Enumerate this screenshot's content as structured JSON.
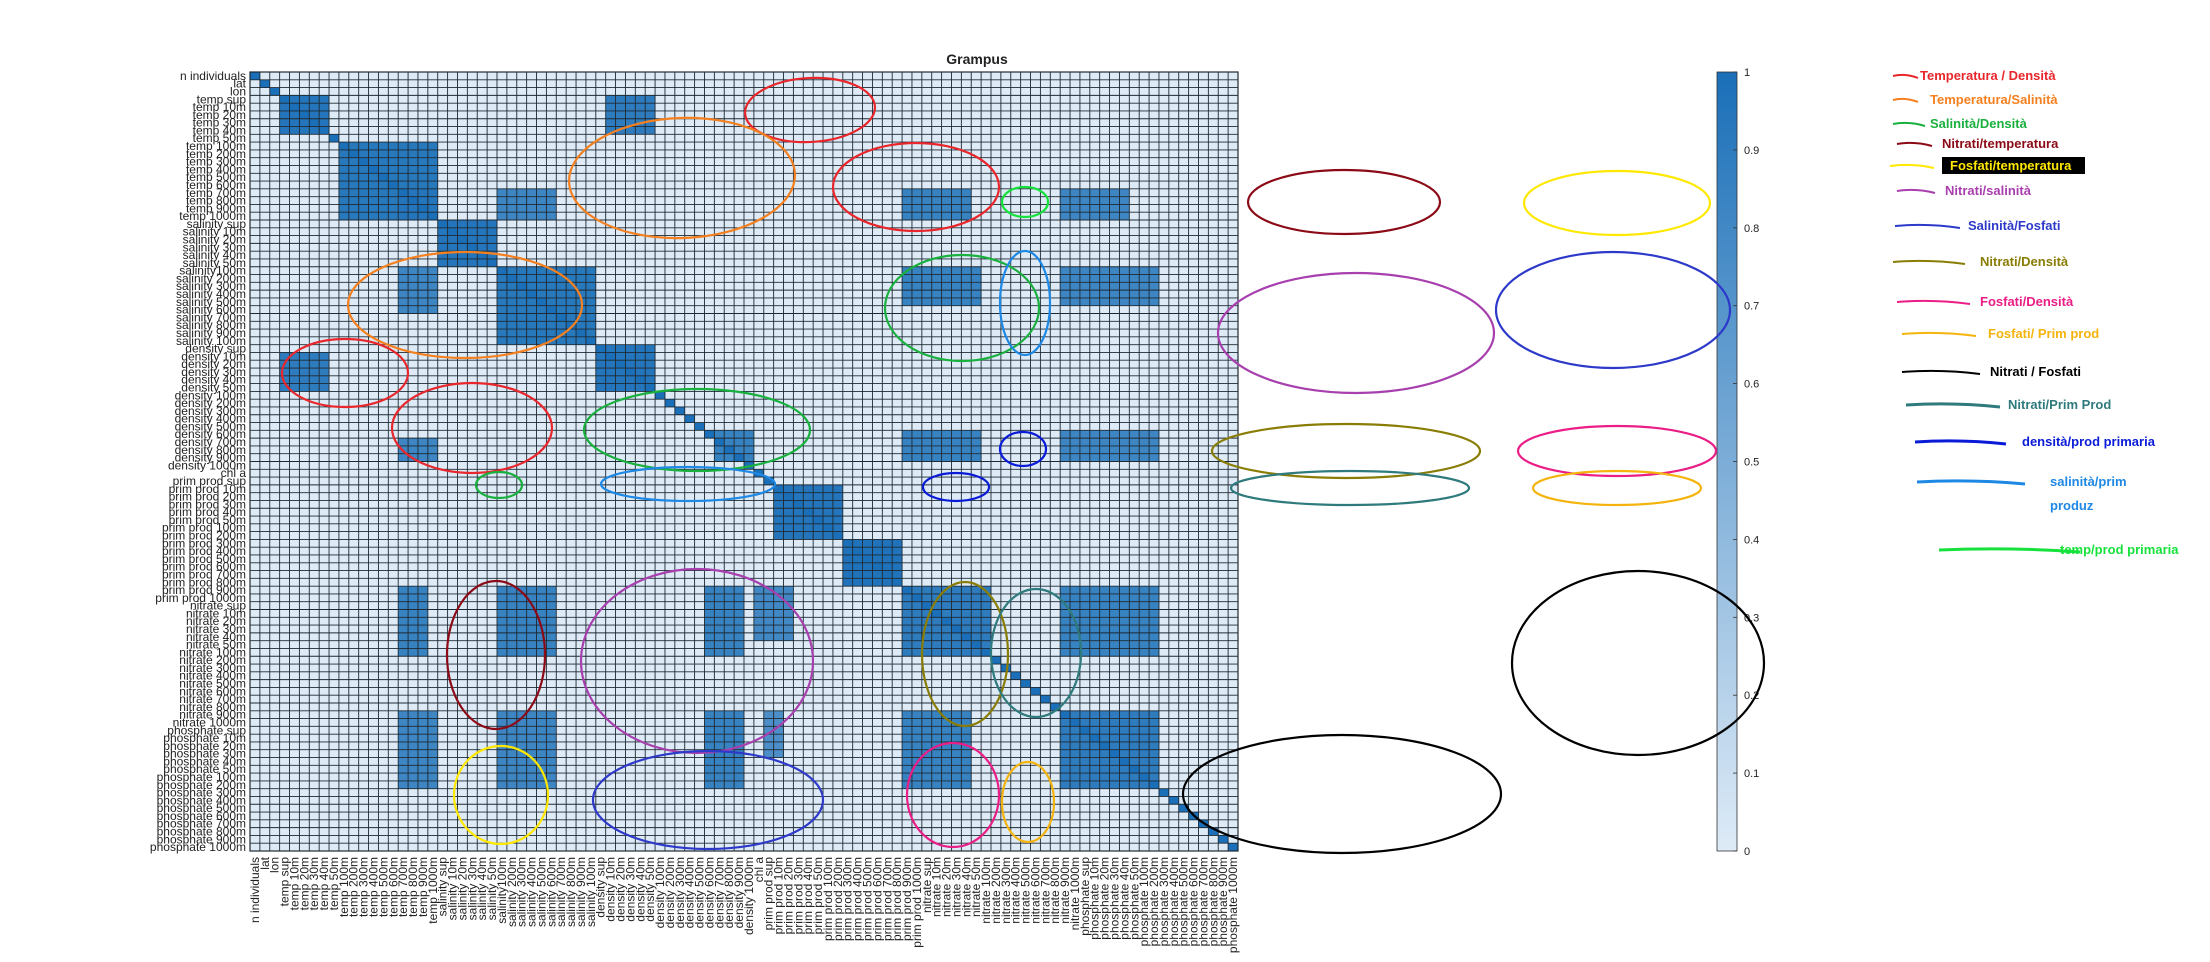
{
  "chart_data": {
    "type": "heatmap",
    "title": "Grampus",
    "labels": [
      "n individuals",
      "lat",
      "lon",
      "temp sup",
      "temp 10m",
      "temp 20m",
      "temp 30m",
      "temp 40m",
      "temp 50m",
      "temp 100m",
      "temp 200m",
      "temp 300m",
      "temp 400m",
      "temp 500m",
      "temp 600m",
      "temp 700m",
      "temp 800m",
      "temp 900m",
      "temp 1000m",
      "salinity sup",
      "salinity 10m",
      "salinity 20m",
      "salinity 30m",
      "salinity 40m",
      "salinity 50m",
      "salinity100m",
      "salinity 200m",
      "salinity 300m",
      "salinity 400m",
      "salinity 500m",
      "salinity 600m",
      "salinity 700m",
      "salinity 800m",
      "salinity 900m",
      "salinity 100m",
      "density sup",
      "density 10m",
      "density 20m",
      "density 30m",
      "density 40m",
      "density 50m",
      "density 100m",
      "density 200m",
      "density 300m",
      "density 400m",
      "density 500m",
      "density 600m",
      "density 700m",
      "density 800m",
      "density 900m",
      "density 1000m",
      "chl a",
      "prim prod sup",
      "prim prod 10m",
      "prim prod 20m",
      "prim prod 30m",
      "prim prod 40m",
      "prim prod 50m",
      "prim prod 100m",
      "prim prod 200m",
      "prim prod 300m",
      "prim prod 400m",
      "prim prod 500m",
      "prim prod 600m",
      "prim prod 700m",
      "prim prod 800m",
      "prim prod 900m",
      "prim prod 1000m",
      "nitrate sup",
      "nitrate 10m",
      "nitrate 20m",
      "nitrate 30m",
      "nitrate 40m",
      "nitrate 50m",
      "nitrate 100m",
      "nitrate 200m",
      "nitrate 300m",
      "nitrate 400m",
      "nitrate 500m",
      "nitrate 600m",
      "nitrate 700m",
      "nitrate 800m",
      "nitrate 900m",
      "nitrate 1000m",
      "phosphate sup",
      "phosphate 10m",
      "phosphate 20m",
      "phosphate 30m",
      "phosphate 40m",
      "phosphate 50m",
      "phosphate 100m",
      "phosphate 200m",
      "phosphate 300m",
      "phosphate 400m",
      "phosphate 500m",
      "phosphate 600m",
      "phosphate 700m",
      "phosphate 800m",
      "phosphate 900m",
      "phosphate 1000m"
    ],
    "value_range": [
      0,
      1
    ],
    "blocks": [
      {
        "rows": [
          3,
          7
        ],
        "cols": [
          3,
          7
        ],
        "value": 0.95
      },
      {
        "rows": [
          9,
          18
        ],
        "cols": [
          9,
          18
        ],
        "value": 0.93
      },
      {
        "rows": [
          19,
          24
        ],
        "cols": [
          19,
          24
        ],
        "value": 0.95
      },
      {
        "rows": [
          25,
          34
        ],
        "cols": [
          25,
          34
        ],
        "value": 0.93
      },
      {
        "rows": [
          35,
          40
        ],
        "cols": [
          35,
          40
        ],
        "value": 0.95
      },
      {
        "rows": [
          53,
          59
        ],
        "cols": [
          53,
          59
        ],
        "value": 0.95
      },
      {
        "rows": [
          60,
          65
        ],
        "cols": [
          60,
          65
        ],
        "value": 0.97
      },
      {
        "rows": [
          66,
          74
        ],
        "cols": [
          66,
          74
        ],
        "value": 0.9
      },
      {
        "rows": [
          82,
          91
        ],
        "cols": [
          82,
          91
        ],
        "value": 0.9
      },
      {
        "rows": [
          3,
          7
        ],
        "cols": [
          36,
          40
        ],
        "value": 0.9
      },
      {
        "rows": [
          36,
          40
        ],
        "cols": [
          3,
          7
        ],
        "value": 0.9
      },
      {
        "rows": [
          15,
          18
        ],
        "cols": [
          15,
          18
        ],
        "value": 0.95
      },
      {
        "rows": [
          15,
          18
        ],
        "cols": [
          25,
          30
        ],
        "value": 0.82
      },
      {
        "rows": [
          25,
          30
        ],
        "cols": [
          15,
          18
        ],
        "value": 0.82
      },
      {
        "rows": [
          15,
          18
        ],
        "cols": [
          66,
          72
        ],
        "value": 0.85
      },
      {
        "rows": [
          15,
          18
        ],
        "cols": [
          82,
          88
        ],
        "value": 0.82
      },
      {
        "rows": [
          25,
          29
        ],
        "cols": [
          66,
          73
        ],
        "value": 0.85
      },
      {
        "rows": [
          25,
          29
        ],
        "cols": [
          82,
          91
        ],
        "value": 0.82
      },
      {
        "rows": [
          46,
          49
        ],
        "cols": [
          47,
          50
        ],
        "value": 0.85
      },
      {
        "rows": [
          46,
          49
        ],
        "cols": [
          66,
          73
        ],
        "value": 0.85
      },
      {
        "rows": [
          46,
          49
        ],
        "cols": [
          82,
          91
        ],
        "value": 0.82
      },
      {
        "rows": [
          47,
          49
        ],
        "cols": [
          15,
          18
        ],
        "value": 0.82
      },
      {
        "rows": [
          66,
          74
        ],
        "cols": [
          15,
          17
        ],
        "value": 0.85
      },
      {
        "rows": [
          66,
          74
        ],
        "cols": [
          25,
          30
        ],
        "value": 0.85
      },
      {
        "rows": [
          66,
          74
        ],
        "cols": [
          46,
          49
        ],
        "value": 0.85
      },
      {
        "rows": [
          66,
          72
        ],
        "cols": [
          51,
          54
        ],
        "value": 0.8
      },
      {
        "rows": [
          66,
          74
        ],
        "cols": [
          82,
          91
        ],
        "value": 0.85
      },
      {
        "rows": [
          82,
          91
        ],
        "cols": [
          15,
          18
        ],
        "value": 0.82
      },
      {
        "rows": [
          82,
          91
        ],
        "cols": [
          25,
          30
        ],
        "value": 0.82
      },
      {
        "rows": [
          82,
          91
        ],
        "cols": [
          46,
          49
        ],
        "value": 0.85
      },
      {
        "rows": [
          82,
          87
        ],
        "cols": [
          52,
          53
        ],
        "value": 0.75
      },
      {
        "rows": [
          82,
          91
        ],
        "cols": [
          66,
          72
        ],
        "value": 0.85
      }
    ]
  },
  "colorbar": {
    "ticks": [
      "0",
      "0.1",
      "0.2",
      "0.3",
      "0.4",
      "0.5",
      "0.6",
      "0.7",
      "0.8",
      "0.9",
      "1"
    ],
    "colors": {
      "low": "#deebf7",
      "high": "#1a6fb8"
    }
  },
  "legend": [
    {
      "text": "Temperatura / Densità",
      "color": "#e8262b"
    },
    {
      "text": "Temperatura/Salinità",
      "color": "#f5801f"
    },
    {
      "text": "Salinità/Densità",
      "color": "#19b03e"
    },
    {
      "text": "Nitrati/temperatura",
      "color": "#8b0a16"
    },
    {
      "text": "Fosfati/temperatura",
      "color": "#ffe800"
    },
    {
      "text": "Nitrati/salinità",
      "color": "#a83fae"
    },
    {
      "text": "Salinità/Fosfati",
      "color": "#2d39c9"
    },
    {
      "text": "Nitrati/Densità",
      "color": "#8a7d06"
    },
    {
      "text": "Fosfati/Densità",
      "color": "#ea1e86"
    },
    {
      "text": "Fosfati/ Prim prod",
      "color": "#f4b40d"
    },
    {
      "text": "Nitrati / Fosfati",
      "color": "#000000"
    },
    {
      "text": "Nitrati/Prim Prod",
      "color": "#2f7a7c"
    },
    {
      "text": "densità/prod primaria",
      "color": "#0a1bd8"
    },
    {
      "text": "salinità/prim produz",
      "color": "#1e88e5"
    },
    {
      "text": "temp/prod primaria",
      "color": "#17e23c"
    }
  ],
  "annotations": [
    {
      "type": "ellipse",
      "color": "#e8262b"
    },
    {
      "type": "ellipse",
      "color": "#f5801f"
    },
    {
      "type": "ellipse",
      "color": "#19b03e"
    },
    {
      "type": "ellipse",
      "color": "#8b0a16"
    },
    {
      "type": "ellipse",
      "color": "#ffe800"
    },
    {
      "type": "ellipse",
      "color": "#a83fae"
    },
    {
      "type": "ellipse",
      "color": "#2d39c9"
    },
    {
      "type": "ellipse",
      "color": "#8a7d06"
    },
    {
      "type": "ellipse",
      "color": "#ea1e86"
    },
    {
      "type": "ellipse",
      "color": "#f4b40d"
    },
    {
      "type": "ellipse",
      "color": "#000000"
    },
    {
      "type": "ellipse",
      "color": "#2f7a7c"
    },
    {
      "type": "ellipse",
      "color": "#0a1bd8"
    },
    {
      "type": "ellipse",
      "color": "#1e88e5"
    },
    {
      "type": "ellipse",
      "color": "#17e23c"
    }
  ]
}
